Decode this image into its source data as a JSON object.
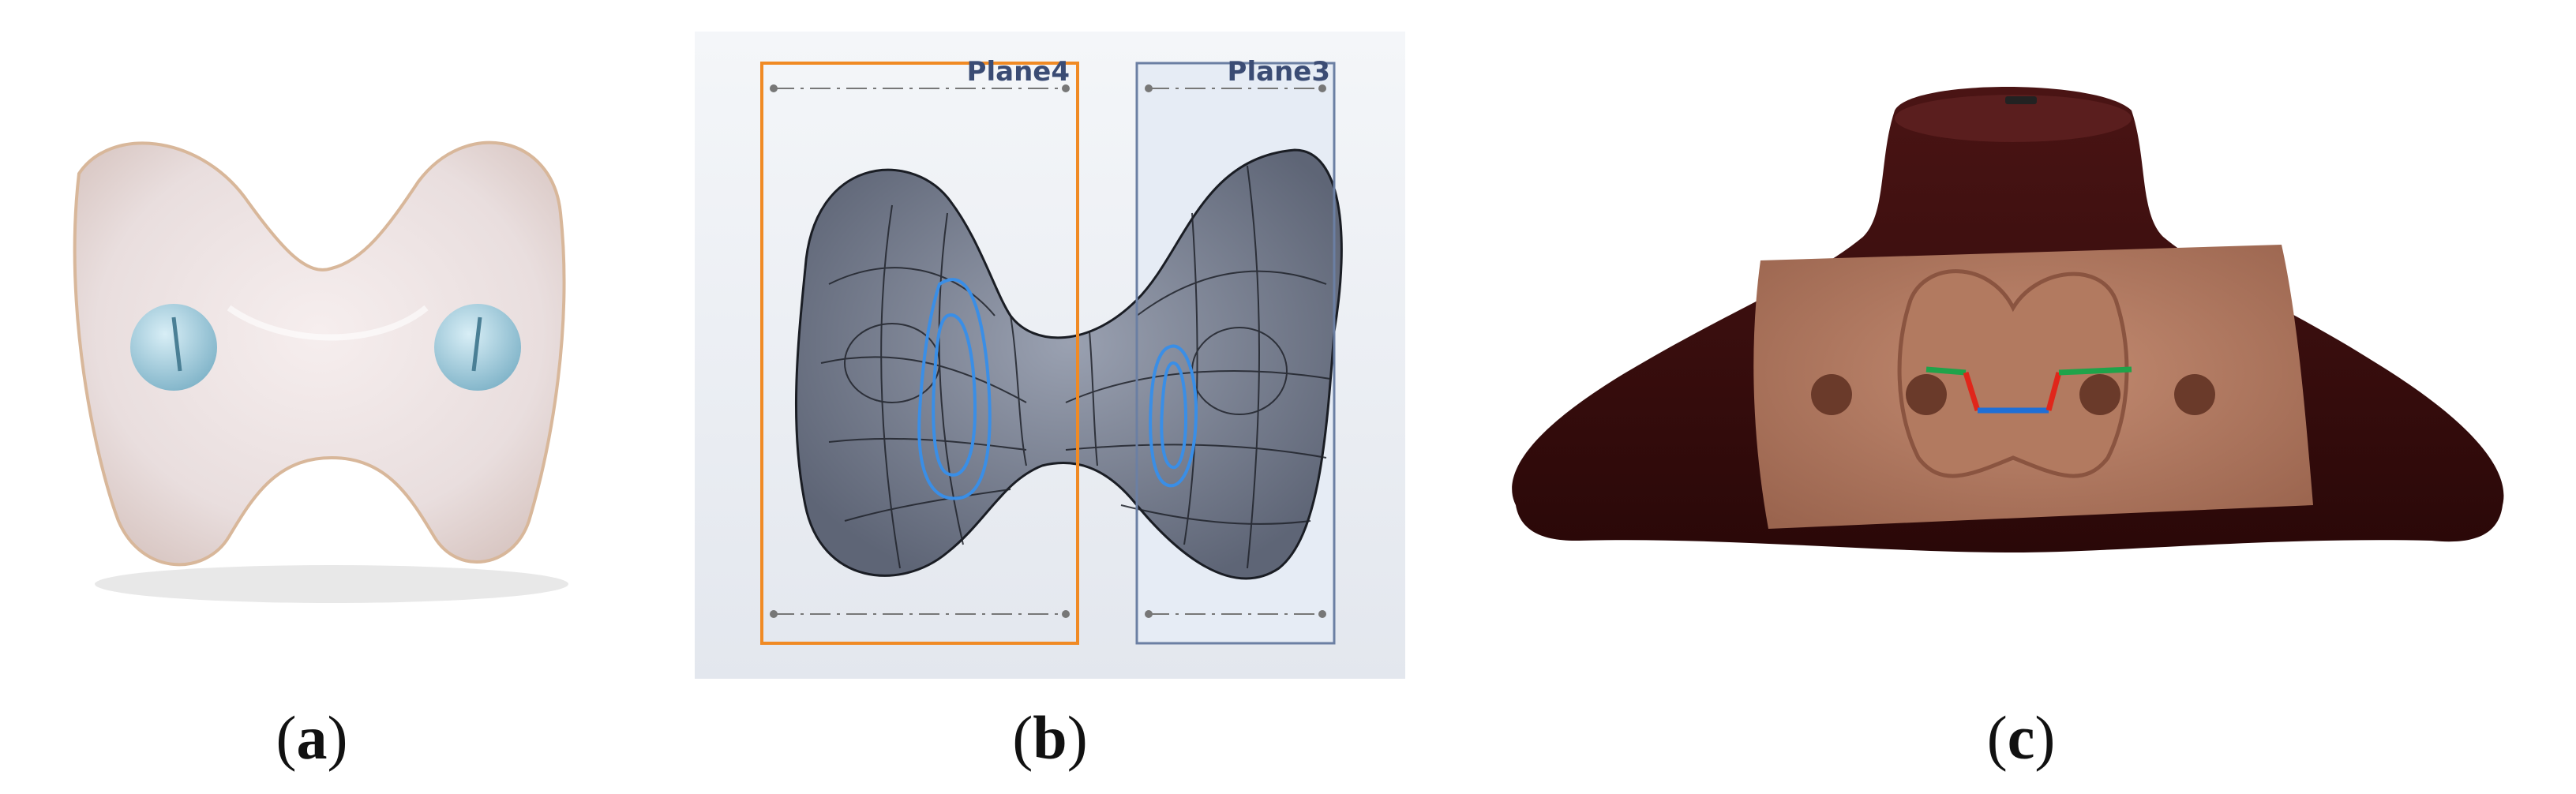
{
  "figure": {
    "panels": [
      {
        "id": "a",
        "caption_open": "(",
        "caption_letter": "a",
        "caption_close": ")"
      },
      {
        "id": "b",
        "caption_open": "(",
        "caption_letter": "b",
        "caption_close": ")"
      },
      {
        "id": "c",
        "caption_open": "(",
        "caption_letter": "c",
        "caption_close": ")"
      }
    ],
    "cad_view": {
      "plane_left_label": "Plane4",
      "plane_right_label": "Plane3"
    },
    "colors": {
      "plane_left": "#f08a24",
      "plane_right": "#6b7fa3",
      "contour": "#3a8ee6",
      "mold_body": "#3a0f0f",
      "mold_cavity": "#b07860",
      "marker_green": "#1fa34a",
      "marker_red": "#e0261a",
      "marker_blue": "#1f6fd6"
    }
  }
}
